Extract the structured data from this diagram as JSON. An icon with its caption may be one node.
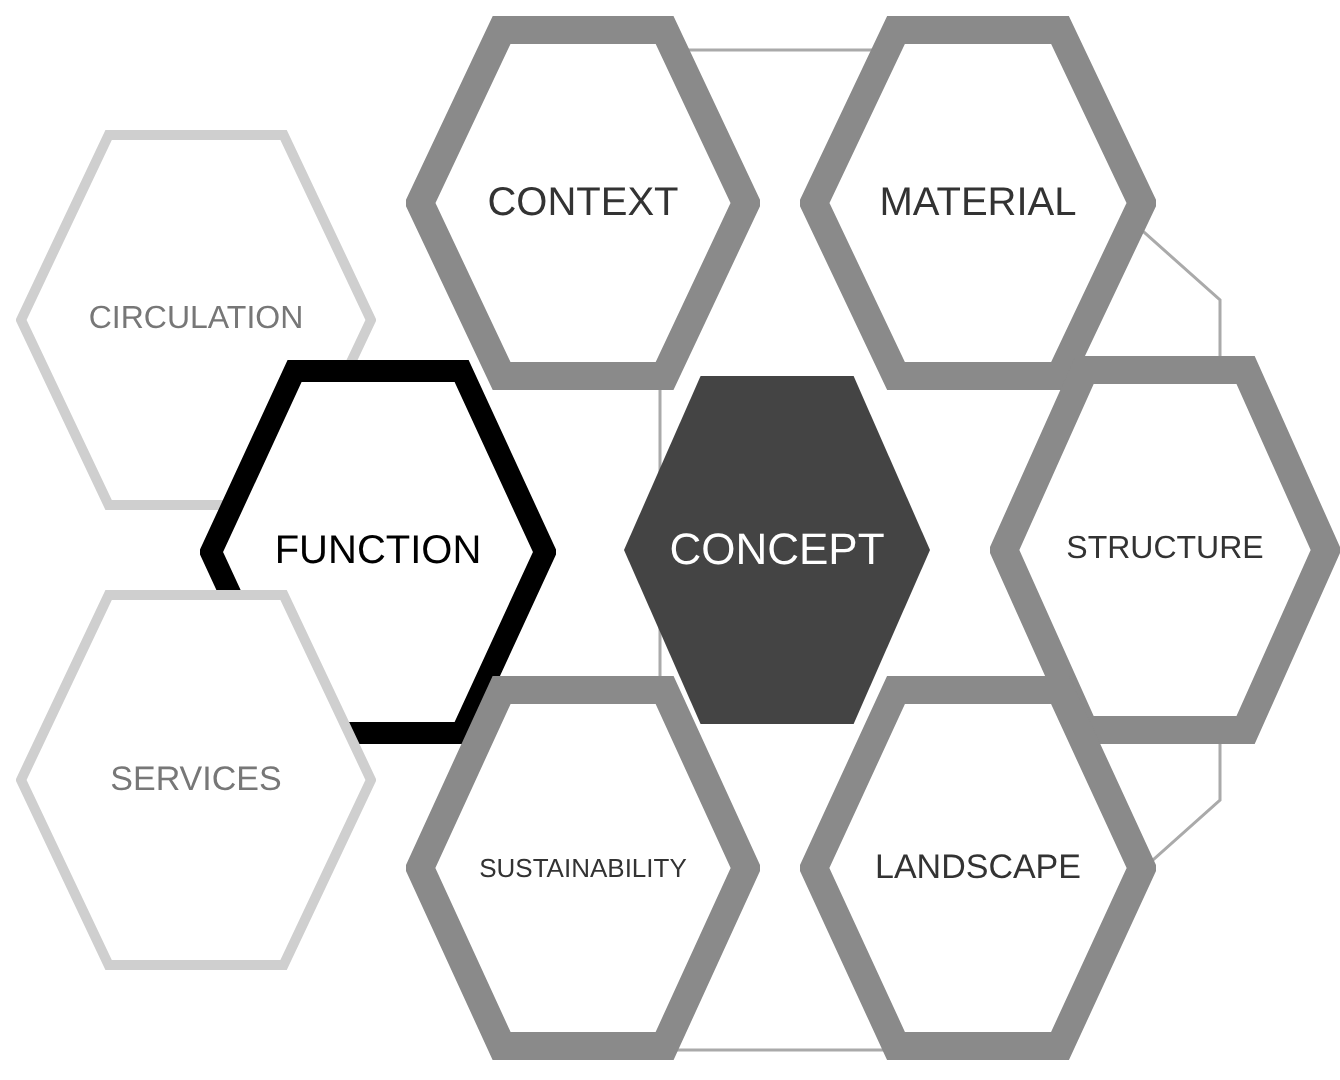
{
  "diagram": {
    "nodes": [
      {
        "text": [
          "CONTEXT"
        ]
      },
      {
        "text": [
          "MATERIAL"
        ]
      },
      {
        "text": [
          "CIRCULATION"
        ]
      },
      {
        "text": [
          "FUNCTION"
        ]
      },
      {
        "text": [
          "CONCEPT"
        ]
      },
      {
        "text": [
          "STRUCTURE"
        ]
      },
      {
        "text": [
          "SERVICES"
        ]
      },
      {
        "text": [
          "SUSTAINABILITY"
        ]
      },
      {
        "text": [
          "LANDSCAPE"
        ]
      }
    ]
  }
}
